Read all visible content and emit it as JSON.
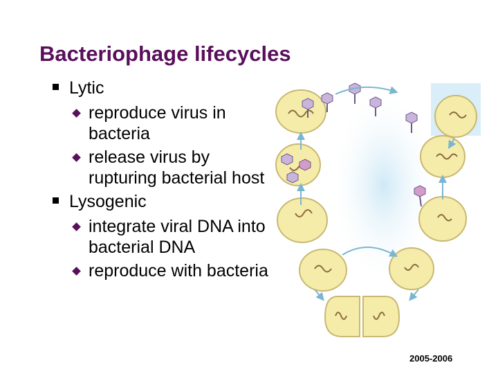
{
  "slide": {
    "title": "Bacteriophage lifecycles",
    "sections": [
      {
        "label": "Lytic",
        "bullets": [
          "reproduce virus in bacteria",
          "release virus by rupturing bacterial host"
        ]
      },
      {
        "label": "Lysogenic",
        "bullets": [
          "integrate viral DNA into bacterial DNA",
          "reproduce with bacteria"
        ]
      }
    ],
    "footer_year": "2005-2006"
  },
  "colors": {
    "title": "#5a0f5c",
    "bullet_marker": "#5a0f5c",
    "cell_fill": "#f5ecaa",
    "cell_border": "#c8b872",
    "glow": "#cfe9f6"
  },
  "icons": {
    "level1_marker": "square-bullet-icon",
    "level2_marker": "diamond-bullet-icon"
  }
}
